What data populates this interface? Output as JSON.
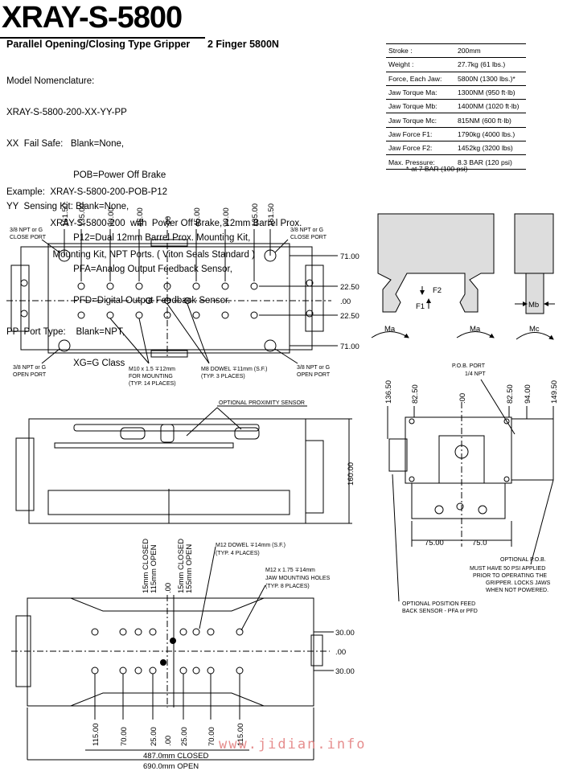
{
  "header": {
    "title": "XRAY-S-5800",
    "subtitle": "Parallel Opening/Closing Type Gripper",
    "subtitle_right": "2 Finger 5800N"
  },
  "nomenclature": [
    "Model Nomenclature:",
    "XRAY-S-5800-200-XX-YY-PP",
    "XX  Fail Safe:   Blank=None,",
    "                          POB=Power Off Brake",
    "YY  Sensing Kit: Blank=None,",
    "                          P12=Dual 12mm Barrel Prox. Mounting Kit,",
    "                          PFA=Analog Output Feedback Sensor,",
    "                          PFD=Digital Output Feedback Sensor.",
    "PP  Port Type:    Blank=NPT,",
    "                          XG=G Class"
  ],
  "example": [
    "Example:  XRAY-S-5800-200-POB-P12",
    "                 XRAY-S-5800-200  with  Power Off Brake, 12mm Barrel Prox.",
    "                  Mounting Kit, NPT Ports. ( Viton Seals Standard )"
  ],
  "specs": [
    {
      "k": "Stroke :",
      "v": "200mm"
    },
    {
      "k": "Weight :",
      "v": "27.7kg  (61 lbs.)"
    },
    {
      "k": "Force, Each Jaw:",
      "v": "5800N  (1300 lbs.)*"
    },
    {
      "k": "Jaw Torque Ma:",
      "v": "1300NM  (950 ft·lb)"
    },
    {
      "k": "Jaw Torque Mb:",
      "v": "1400NM  (1020 ft·lb)"
    },
    {
      "k": "Jaw Torque Mc:",
      "v": "815NM  (600 ft·lb)"
    },
    {
      "k": "Jaw Force F1:",
      "v": "1790kg  (4000 lbs.)"
    },
    {
      "k": "Jaw Force F2:",
      "v": "1452kg  (3200 lbs)"
    },
    {
      "k": "Max. Pressure:",
      "v": "8.3 BAR  (120 psi)"
    }
  ],
  "spec_note": "*-at 7 BAR  (100 psi)",
  "top_view": {
    "dims_top": [
      "161.50",
      "135.00",
      "90.00",
      "45.00",
      ".00",
      "45.00",
      "90.00",
      "135.00",
      "161.50"
    ],
    "dims_right": [
      "71.00",
      "22.50",
      ".00",
      "22.50",
      "71.00"
    ],
    "close_port_left": [
      "3/8 NPT or G",
      "CLOSE PORT"
    ],
    "close_port_right": [
      "3/8 NPT or G",
      "CLOSE PORT"
    ],
    "open_port_left": [
      "3/8 NPT or G",
      "OPEN PORT"
    ],
    "open_port_right": [
      "3/8 NPT or G",
      "OPEN PORT"
    ],
    "mounting_note": [
      "M10 x 1.5 ∓12mm",
      "FOR MOUNTING",
      "(TYP. 14 PLACES)"
    ],
    "dowel_note": [
      "M8 DOWEL  ∓11mm (S.F.)",
      "(TYP. 3 PLACES)"
    ]
  },
  "moments": {
    "force_labels": [
      "F1",
      "F2"
    ],
    "moment_labels": [
      "Ma",
      "Ma",
      "Mc",
      "Mb"
    ]
  },
  "side_view": {
    "sensor_label": "OPTIONAL PROXIMITY SENSOR",
    "height_dim": "160.00"
  },
  "end_view": {
    "pob_port": [
      "P.O.B. PORT",
      "1/4 NPT"
    ],
    "dims_top": [
      "136.50",
      "82.50",
      ".00",
      "82.50",
      "94.00",
      "149.50"
    ],
    "dims_bottom": [
      "75.00",
      "75.0"
    ],
    "optional_pob": "OPTIONAL P.O.B.",
    "pob_note": [
      "MUST HAVE 50 PSI APPLIED",
      "PRIOR TO OPERATING THE",
      "GRIPPER. LOCKS JAWS",
      "WHEN NOT POWERED."
    ],
    "feedback": [
      "OPTIONAL POSITION FEED",
      "BACK SENSOR - PFA or PFD"
    ]
  },
  "jaw_view": {
    "dims_top": [
      "15mm CLOSED",
      "115mm OPEN",
      ".00",
      "15mm CLOSED",
      "155mm OPEN"
    ],
    "dowel_note": [
      "M12 DOWEL ∓14mm (S.F.)",
      "(TYP. 4 PLACES)"
    ],
    "holes_note": [
      "M12 x 1.75 ∓14mm",
      "JAW MOUNTING HOLES",
      "(TYP. 8 PLACES)"
    ],
    "dims_right": [
      "30.00",
      ".00",
      "30.00"
    ],
    "dims_bottom": [
      "115.00",
      "70.00",
      "25.00",
      ".00",
      "25.00",
      "70.00",
      "115.00"
    ],
    "closed_dim": "487.0mm CLOSED",
    "open_dim": "690.0mm OPEN"
  },
  "watermark": "www.jidian.info"
}
